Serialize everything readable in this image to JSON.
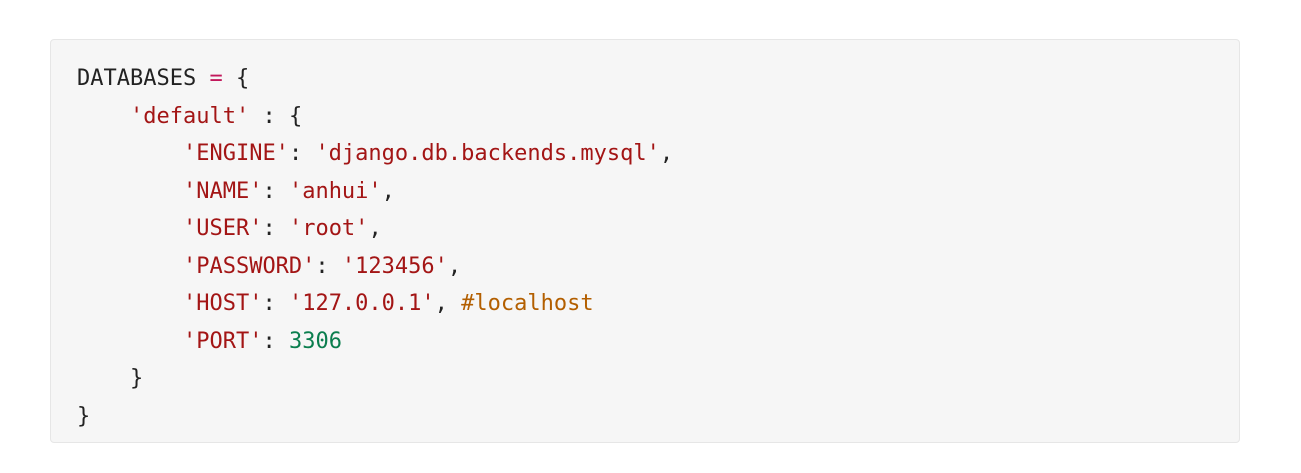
{
  "code_block": {
    "lines": [
      {
        "tokens": [
          {
            "t": "DATABASES ",
            "c": "pln"
          },
          {
            "t": "=",
            "c": "op"
          },
          {
            "t": " {",
            "c": "pln"
          }
        ]
      },
      {
        "tokens": [
          {
            "t": "    ",
            "c": "pln"
          },
          {
            "t": "'default'",
            "c": "str"
          },
          {
            "t": " : {",
            "c": "pln"
          }
        ]
      },
      {
        "tokens": [
          {
            "t": "        ",
            "c": "pln"
          },
          {
            "t": "'ENGINE'",
            "c": "str"
          },
          {
            "t": ": ",
            "c": "pln"
          },
          {
            "t": "'django.db.backends.mysql'",
            "c": "str"
          },
          {
            "t": ",",
            "c": "pln"
          }
        ]
      },
      {
        "tokens": [
          {
            "t": "        ",
            "c": "pln"
          },
          {
            "t": "'NAME'",
            "c": "str"
          },
          {
            "t": ": ",
            "c": "pln"
          },
          {
            "t": "'anhui'",
            "c": "str"
          },
          {
            "t": ",",
            "c": "pln"
          }
        ]
      },
      {
        "tokens": [
          {
            "t": "        ",
            "c": "pln"
          },
          {
            "t": "'USER'",
            "c": "str"
          },
          {
            "t": ": ",
            "c": "pln"
          },
          {
            "t": "'root'",
            "c": "str"
          },
          {
            "t": ",",
            "c": "pln"
          }
        ]
      },
      {
        "tokens": [
          {
            "t": "        ",
            "c": "pln"
          },
          {
            "t": "'PASSWORD'",
            "c": "str"
          },
          {
            "t": ": ",
            "c": "pln"
          },
          {
            "t": "'123456'",
            "c": "str"
          },
          {
            "t": ",",
            "c": "pln"
          }
        ]
      },
      {
        "tokens": [
          {
            "t": "        ",
            "c": "pln"
          },
          {
            "t": "'HOST'",
            "c": "str"
          },
          {
            "t": ": ",
            "c": "pln"
          },
          {
            "t": "'127.0.0.1'",
            "c": "str"
          },
          {
            "t": ", ",
            "c": "pln"
          },
          {
            "t": "#localhost",
            "c": "cmt"
          }
        ]
      },
      {
        "tokens": [
          {
            "t": "        ",
            "c": "pln"
          },
          {
            "t": "'PORT'",
            "c": "str"
          },
          {
            "t": ": ",
            "c": "pln"
          },
          {
            "t": "3306",
            "c": "num"
          }
        ]
      },
      {
        "tokens": [
          {
            "t": "    }",
            "c": "pln"
          }
        ]
      },
      {
        "tokens": [
          {
            "t": "}",
            "c": "pln"
          }
        ]
      }
    ]
  },
  "colors": {
    "background": "#f6f6f6",
    "border": "#e6e6e6",
    "string": "#a31515",
    "number": "#0b7e4e",
    "comment": "#b35f00",
    "operator": "#c2185b",
    "plain": "#222222"
  }
}
